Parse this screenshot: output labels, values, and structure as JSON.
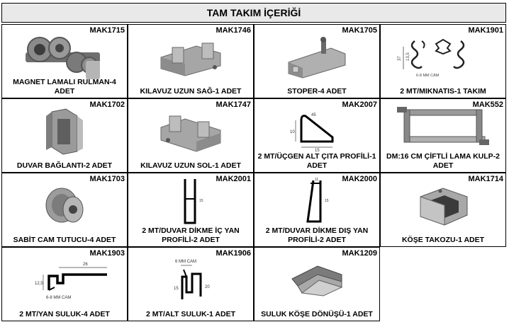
{
  "title": "TAM TAKIM İÇERİĞİ",
  "items": [
    {
      "code": "MAK1715",
      "label": "MAGNET LAMALI RULMAN-4 ADET",
      "icon": "roller-bearing-icon"
    },
    {
      "code": "MAK1746",
      "label": "KILAVUZ UZUN SAĞ-1 ADET",
      "icon": "guide-right-icon"
    },
    {
      "code": "MAK1705",
      "label": "STOPER-4 ADET",
      "icon": "stopper-icon"
    },
    {
      "code": "MAK1901",
      "label": "2 MT/MIKNATIS-1 TAKIM",
      "icon": "magnet-profile-icon"
    },
    {
      "code": "MAK1702",
      "label": "DUVAR BAĞLANTI-2 ADET",
      "icon": "wall-bracket-icon"
    },
    {
      "code": "MAK1747",
      "label": "KILAVUZ UZUN SOL-1 ADET",
      "icon": "guide-left-icon"
    },
    {
      "code": "MAK2007",
      "label": "2 MT/ÜÇGEN ALT ÇITA PROFİLİ-1 ADET",
      "icon": "triangle-profile-icon"
    },
    {
      "code": "MAK552",
      "label": "DM:16 CM ÇİFTLİ LAMA KULP-2 ADET",
      "icon": "handle-icon"
    },
    {
      "code": "MAK1703",
      "label": "SABİT CAM TUTUCU-4 ADET",
      "icon": "glass-holder-icon"
    },
    {
      "code": "MAK2001",
      "label": "2 MT/DUVAR DİKME İÇ YAN PROFİLİ-2 ADET",
      "icon": "inner-post-profile-icon"
    },
    {
      "code": "MAK2000",
      "label": "2 MT/DUVAR DİKME DIŞ YAN PROFİLİ-2 ADET",
      "icon": "outer-post-profile-icon"
    },
    {
      "code": "MAK1714",
      "label": "KÖŞE TAKOZU-1 ADET",
      "icon": "corner-block-icon"
    },
    {
      "code": "MAK1903",
      "label": "2 MT/YAN SULUK-4 ADET",
      "icon": "side-seal-profile-icon"
    },
    {
      "code": "MAK1906",
      "label": "2 MT/ALT SULUK-1 ADET",
      "icon": "bottom-seal-profile-icon"
    },
    {
      "code": "MAK1209",
      "label": "SULUK KÖŞE DÖNÜŞÜ-1 ADET",
      "icon": "seal-corner-icon"
    }
  ],
  "drawings": {
    "magnet": {
      "dim_height": "13,5",
      "dim_depth": "37",
      "glass_note": "6-8 MM CAM"
    },
    "triangle": {
      "dim_height": "10",
      "dim_width": "15",
      "dim_angle": "45"
    },
    "inner_post": {
      "dim_side": "15"
    },
    "outer_post": {
      "dim_top": "11",
      "dim_side": "15"
    },
    "side_seal": {
      "dim_width": "26",
      "dim_height": "12,5",
      "glass_note": "6-8 MM CAM"
    },
    "bottom_seal": {
      "glass_note": "6 MM CAM",
      "dim_left": "15",
      "dim_right": "20"
    }
  }
}
